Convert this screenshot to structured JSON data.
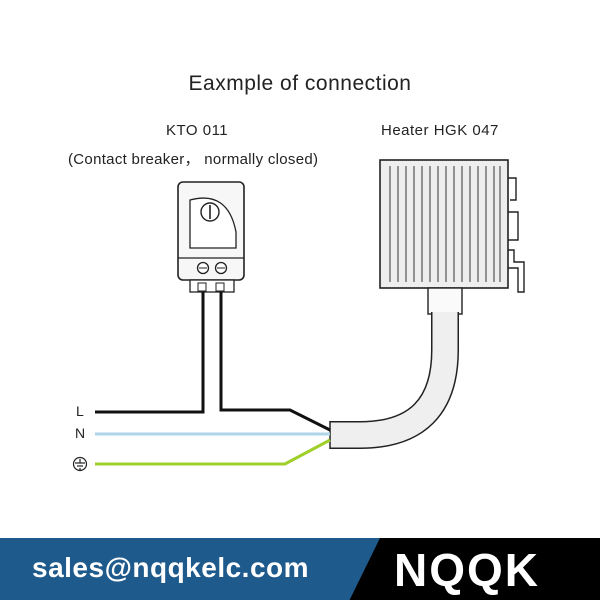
{
  "title": "Eaxmple of connection",
  "kto": {
    "model": "KTO 011",
    "description": "(Contact breaker，  normally closed)"
  },
  "heater": {
    "model": "Heater HGK  047"
  },
  "wires": {
    "live_label": "L",
    "neutral_label": "N",
    "earth_symbol": "earth-ground-icon"
  },
  "colors": {
    "live_wire": "#111111",
    "neutral_wire": "#aed6e8",
    "earth_wire": "#9fcf2a",
    "footer_blue": "#1f5a8c",
    "footer_black": "#000000"
  },
  "footer": {
    "email": "sales@nqqkelc.com",
    "brand": "NQQK"
  }
}
